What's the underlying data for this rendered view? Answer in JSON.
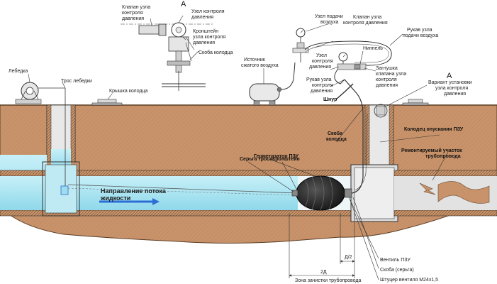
{
  "colors": {
    "soil": "#c8936a",
    "soil_dark": "#b07a52",
    "water": "#aee6f2",
    "water_deep": "#7fd2e6",
    "pipe_inner": "#d9d9d9",
    "metal": "#bfbfbf",
    "plug": "#1b1b1b",
    "line": "#333333",
    "flow_arrow": "#2b6fd6"
  },
  "icons": [
    "winch-icon",
    "compressor-icon",
    "pressure-gauge-icon",
    "manhole-cover-icon",
    "flow-arrow-icon",
    "plug-icon"
  ],
  "labels": {
    "view_a_top": "А",
    "view_a_right": "А",
    "winch": "Лебедка",
    "winch_rope": "Трос лебедки",
    "well_cover": "Крышка колодца",
    "valve_pressure_1": "Клапан узла",
    "valve_pressure_2": "контроля",
    "valve_pressure_3": "давления",
    "node_control_1": "Узел контроля",
    "node_control_2": "давления",
    "bracket_node_1": "Кронштейн",
    "bracket_node_2": "узла контроля",
    "bracket_node_3": "давления",
    "well_clamp": "Скоба колодца",
    "air_source_1": "Источник",
    "air_source_2": "сжатого воздуха",
    "air_supply_node_1": "Узел подачи",
    "air_supply_node_2": "воздуха",
    "valve_node_control_1": "Клапан узла",
    "valve_node_control_2": "контроля давления",
    "hose_air_supply_1": "Рукав узла",
    "hose_air_supply_2": "подачи воздуха",
    "nipple": "Ниппель",
    "node_control_mid_1": "Узел",
    "node_control_mid_2": "контроля",
    "node_control_mid_3": "давления",
    "plug_valve_1": "Заглушка",
    "plug_valve_2": "клапана узла",
    "plug_valve_3": "контроля",
    "plug_valve_4": "давления",
    "hose_control_1": "Рукав узла",
    "hose_control_2": "контроля",
    "hose_control_3": "давления",
    "cord": "Шнур",
    "install_variant_1": "Вариант установки",
    "install_variant_2": "узла контроля",
    "install_variant_3": "давления",
    "clamp_well_1": "Скоба",
    "clamp_well_2": "колодца",
    "descent_well": "Колодец опускания ПЗУ",
    "sealer": "Герметизатор ПЗУ",
    "rope_earring": "Серьга троса",
    "bracket": "Кронштейн",
    "repaired_section_1": "Ремонтируемый участок",
    "repaired_section_2": "трубопровода",
    "flow_direction_1": "Направление потока",
    "flow_direction_2": "жидкости",
    "valve_pzu": "Вентиль ПЗУ",
    "clamp_earring": "Скоба (серьга)",
    "fitting": "Штуцер вентиля М24х1,5",
    "dim_d2": "Д/2",
    "dim_2d": "2Д",
    "cleaning_zone": "Зона зачистки трубопровода"
  }
}
